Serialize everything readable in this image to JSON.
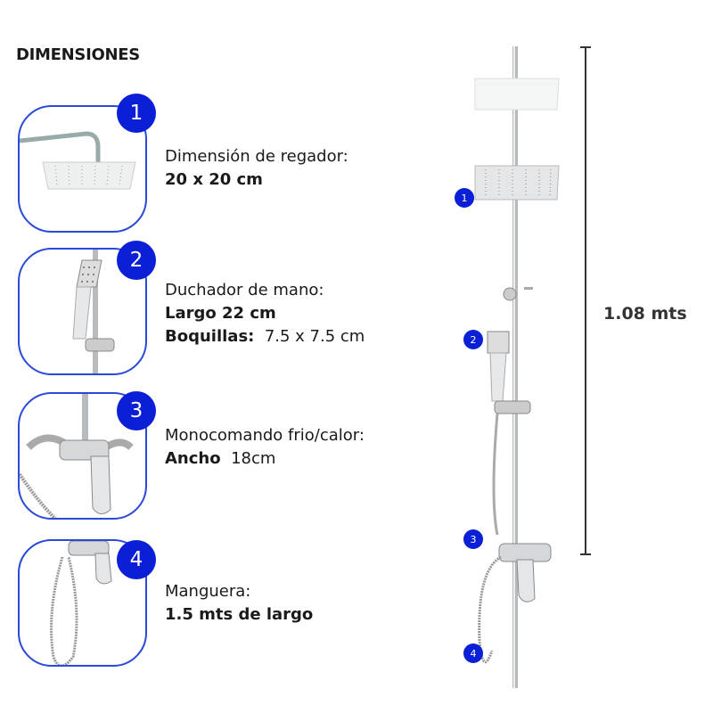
{
  "title": "DIMENSIONES",
  "items": [
    {
      "number": "1",
      "label": "Dimensión de regador:",
      "lines": [
        "20 x 20 cm"
      ]
    },
    {
      "number": "2",
      "label": "Duchador de mano:",
      "lines": [
        "Largo 22 cm"
      ],
      "extra_label": "Boquillas:",
      "extra_value": "7.5 x 7.5 cm"
    },
    {
      "number": "3",
      "label": "Monocomando frio/calor:",
      "extra_label": "Ancho",
      "extra_value": "18cm"
    },
    {
      "number": "4",
      "label": "Manguera:",
      "lines": [
        "1.5 mts de largo"
      ]
    }
  ],
  "total_height": "1.08 mts",
  "accent_color": "#0a1fd6"
}
